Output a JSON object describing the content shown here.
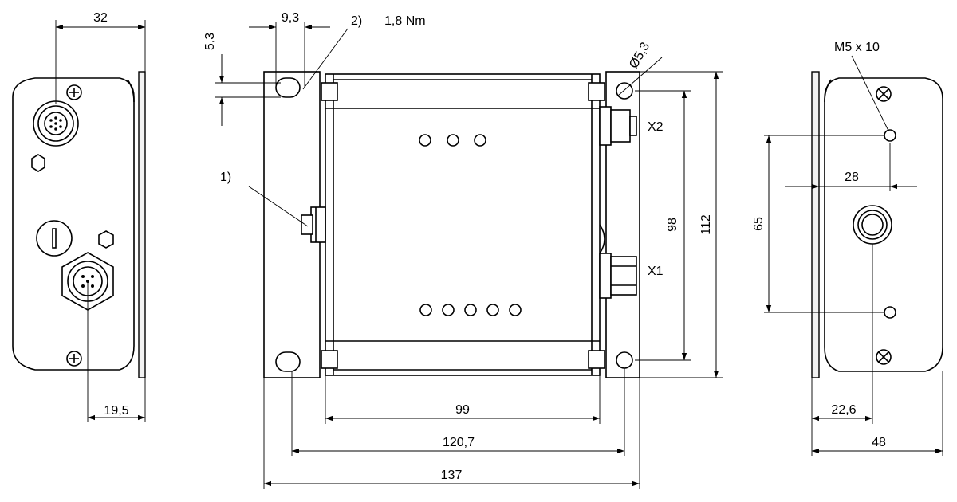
{
  "dimensions": {
    "left_top_width": "32",
    "left_bottom_offset": "19,5",
    "slot_width": "9,3",
    "slot_height": "5,3",
    "hole_diameter": "Ø5,3",
    "body_width": "99",
    "hole_spacing": "120,7",
    "overall_width": "137",
    "hole_vertical": "98",
    "overall_height": "112",
    "mount_spacing": "65",
    "hole_offset": "28",
    "center_offset": "22,6",
    "right_width": "48"
  },
  "callouts": {
    "note1": "1)",
    "note2": "2)",
    "torque": "1,8 Nm",
    "port_x1": "X1",
    "port_x2": "X2",
    "thread": "M5 x 10"
  }
}
